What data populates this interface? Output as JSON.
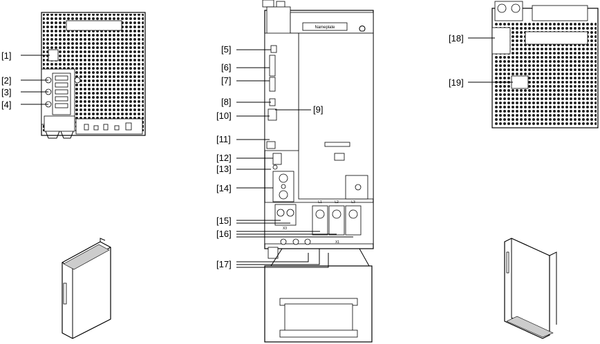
{
  "callouts": [
    "[1]",
    "[2]",
    "[3]",
    "[4]",
    "[5]",
    "[6]",
    "[7]",
    "[8]",
    "[9]",
    "[10]",
    "[11]",
    "[12]",
    "[13]",
    "[14]",
    "[15]",
    "[16]",
    "[17]",
    "[18]",
    "[19]"
  ],
  "device_markings": {
    "phase_l1": "L1",
    "phase_l2": "L2",
    "phase_l3": "L3",
    "terminal_x1": "X1",
    "terminal_x3": "X3",
    "nameplate": "Nameplate"
  }
}
